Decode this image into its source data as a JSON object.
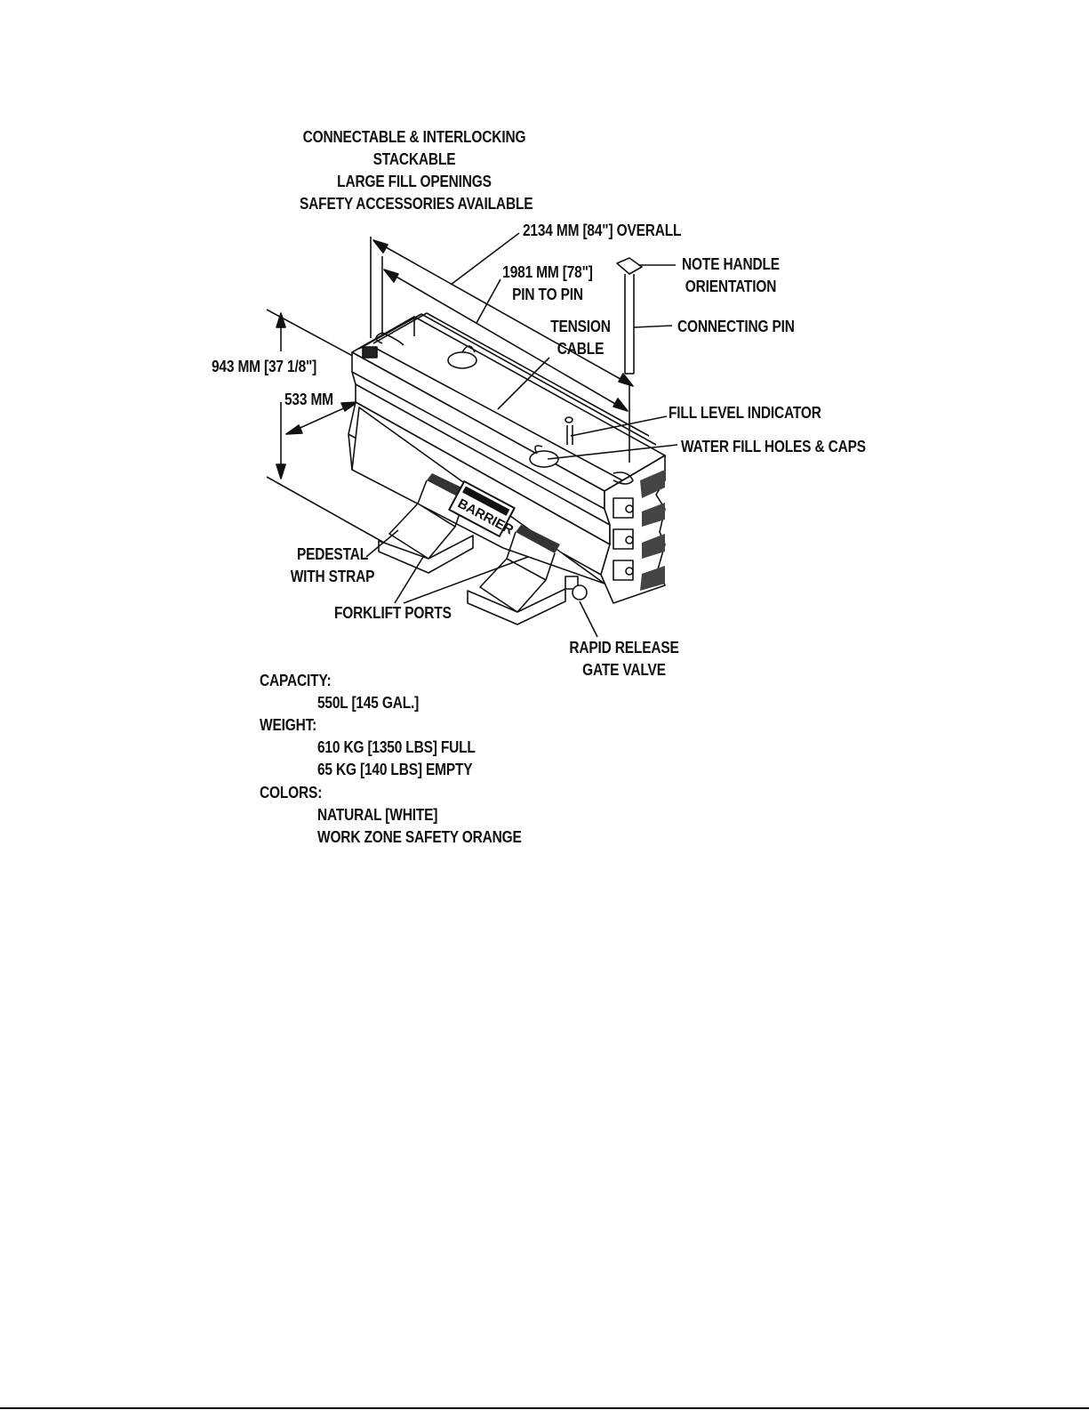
{
  "features": {
    "lines": [
      "CONNECTABLE & INTERLOCKING",
      "STACKABLE",
      "LARGE FILL OPENINGS",
      "SAFETY ACCESSORIES AVAILABLE"
    ]
  },
  "callouts": {
    "overall": "2134 MM  [84\"] OVERALL",
    "pin_to_pin_1": "1981 MM  [78\"]",
    "pin_to_pin_2": "PIN TO PIN",
    "note_handle_1": "NOTE HANDLE",
    "note_handle_2": "ORIENTATION",
    "connecting_pin": "CONNECTING PIN",
    "tension_1": "TENSION",
    "tension_2": "CABLE",
    "height": "943 MM [37 1/8\"]",
    "width": "533 MM",
    "fill_level": "FILL LEVEL INDICATOR",
    "water_fill": "WATER FILL HOLES & CAPS",
    "pedestal_1": "PEDESTAL",
    "pedestal_2": "WITH STRAP",
    "forklift": "FORKLIFT PORTS",
    "release_1": "RAPID RELEASE",
    "release_2": "GATE VALVE",
    "decal": "BARRIER"
  },
  "specs": {
    "capacity_label": "CAPACITY:",
    "capacity_value": "550L [145 GAL.]",
    "weight_label": "WEIGHT:",
    "weight_full": "610 KG [1350 LBS] FULL",
    "weight_empty": "65 KG [140 LBS] EMPTY",
    "colors_label": "COLORS:",
    "color_1": "NATURAL [WHITE]",
    "color_2": "WORK ZONE SAFETY ORANGE"
  }
}
